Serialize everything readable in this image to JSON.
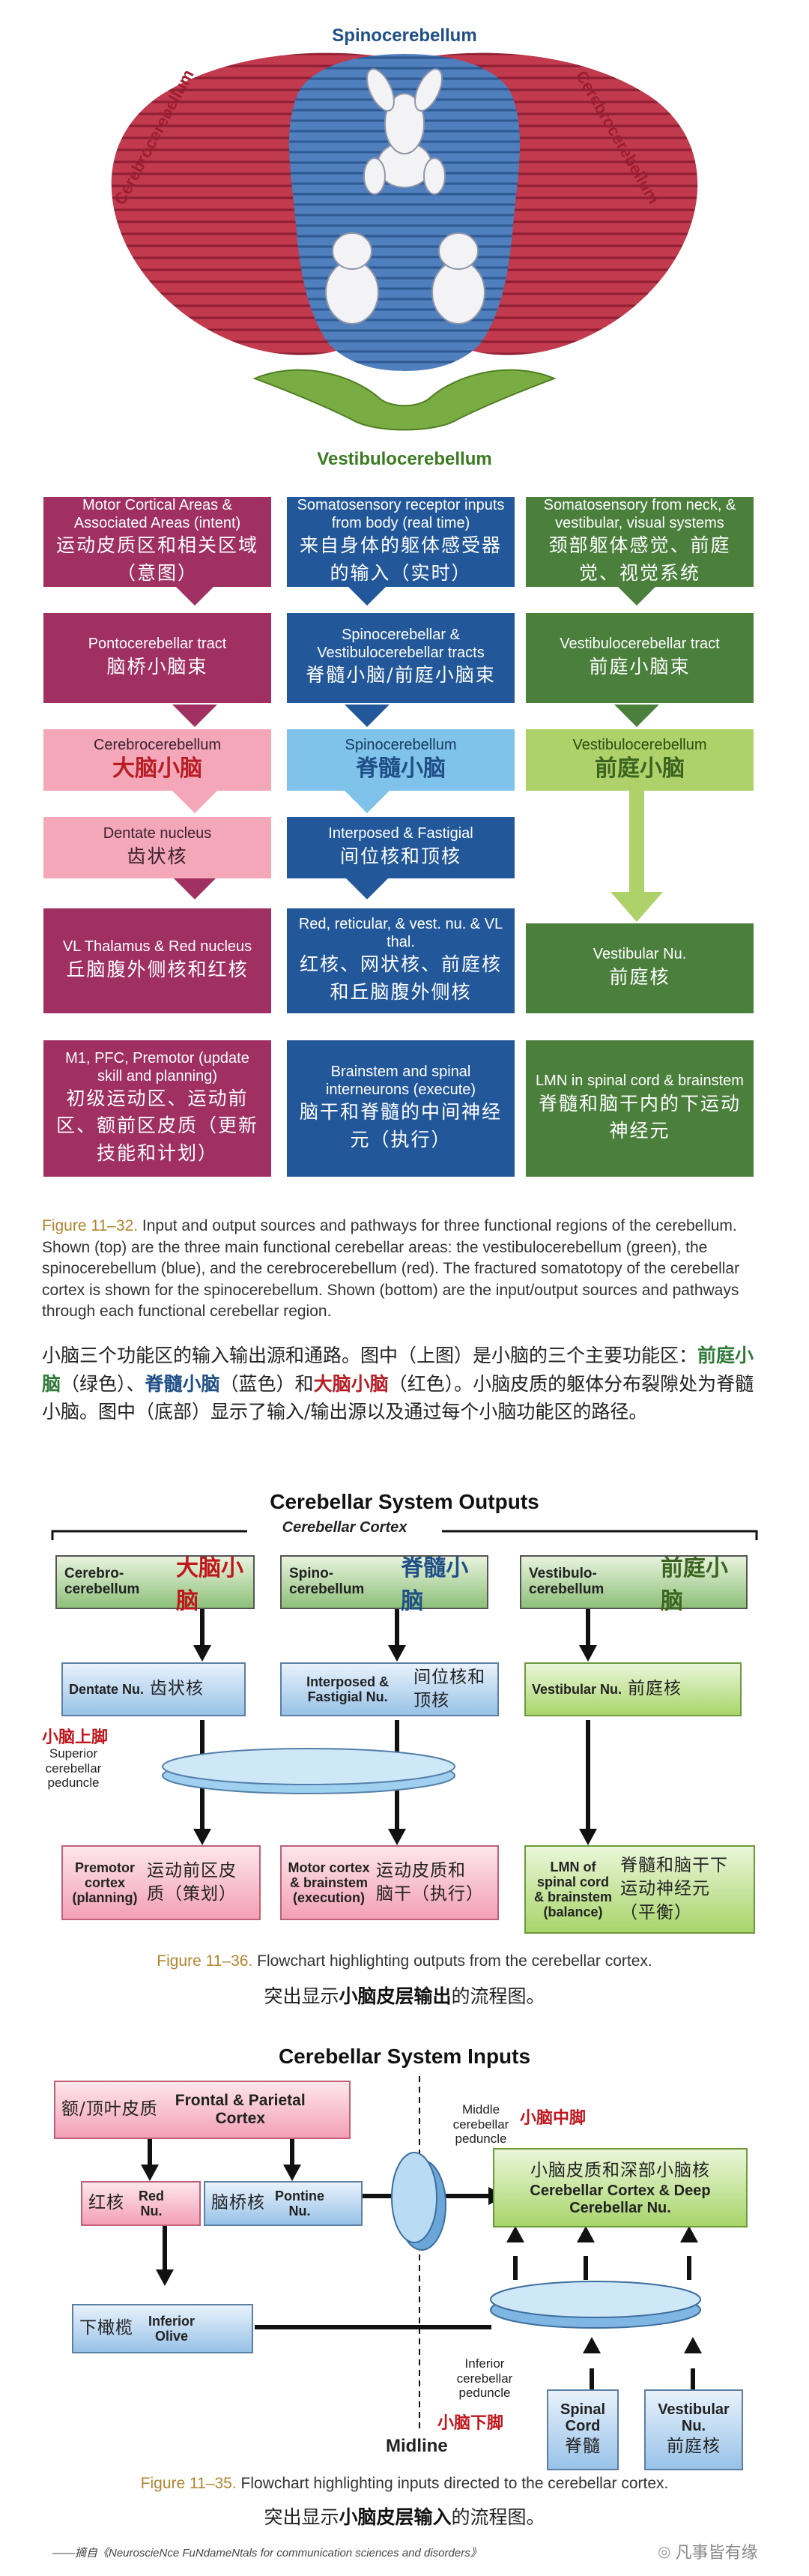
{
  "cerebellum_labels": {
    "top": "Spinocerebellum",
    "left": "Cerebrocerebellum",
    "right": "Cerebrocerebellum",
    "bottom": "Vestibulocerebellum"
  },
  "pathway_table": {
    "columns": [
      {
        "rows": [
          {
            "en": "Motor Cortical Areas & Associated Areas (intent)",
            "cn": "运动皮质区和相关区域（意图）"
          },
          {
            "en": "Pontocerebellar tract",
            "cn": "脑桥小脑束"
          },
          {
            "en": "Cerebrocerebellum",
            "cn": "大脑小脑"
          },
          {
            "en": "Dentate nucleus",
            "cn": "齿状核"
          },
          {
            "en": "VL Thalamus & Red nucleus",
            "cn": "丘脑腹外侧核和红核"
          },
          {
            "en": "M1, PFC, Premotor (update skill and planning)",
            "cn": "初级运动区、运动前区、额前区皮质（更新技能和计划）"
          }
        ]
      },
      {
        "rows": [
          {
            "en": "Somatosensory receptor inputs from body (real time)",
            "cn": "来自身体的躯体感受器的输入（实时）"
          },
          {
            "en": "Spinocerebellar & Vestibulocerebellar tracts",
            "cn": "脊髓小脑/前庭小脑束"
          },
          {
            "en": "Spinocerebellum",
            "cn": "脊髓小脑"
          },
          {
            "en": "Interposed & Fastigial",
            "cn": "间位核和顶核"
          },
          {
            "en": "Red, reticular, & vest. nu. & VL thal.",
            "cn": "红核、网状核、前庭核和丘脑腹外侧核"
          },
          {
            "en": "Brainstem and spinal interneurons (execute)",
            "cn": "脑干和脊髓的中间神经元（执行）"
          }
        ]
      },
      {
        "rows": [
          {
            "en": "Somatosensory from neck, & vestibular, visual systems",
            "cn": "颈部躯体感觉、前庭觉、视觉系统"
          },
          {
            "en": "Vestibulocerebellar tract",
            "cn": "前庭小脑束"
          },
          {
            "en": "Vestibulocerebellum",
            "cn": "前庭小脑"
          },
          {
            "en": "Vestibular Nu.",
            "cn": "前庭核"
          },
          {
            "en": "LMN in spinal cord & brainstem",
            "cn": "脊髓和脑干内的下运动神经元"
          }
        ]
      }
    ]
  },
  "caption_1132": {
    "fig": "Figure 11–32.",
    "en": "Input and output sources and pathways for three functional regions of the cerebellum. Shown (top) are the three main functional cerebellar areas: the vestibulocerebellum (green), the spinocerebellum (blue), and the cerebrocerebellum (red). The fractured somatotopy of the cerebellar cortex is shown for the spinocerebellum. Shown (bottom) are the input/output sources and pathways through each functional cerebellar region.",
    "cn_1": "小脑三个功能区的输入输出源和通路。图中（上图）是小脑的三个主要功能区：",
    "cn_g": "前庭小脑",
    "cn_2": "（绿色）、",
    "cn_b": "脊髓小脑",
    "cn_3": "（蓝色）和",
    "cn_r": "大脑小脑",
    "cn_4": "（红色）。小脑皮质的躯体分布裂隙处为脊髓小脑。图中（底部）显示了输入/输出源以及通过每个小脑功能区的路径。"
  },
  "outputs": {
    "title": "Cerebellar System Outputs",
    "cortex_label": "Cerebellar Cortex",
    "cols": [
      {
        "top_en": "Cerebro-cerebellum",
        "top_cn": "大脑小脑",
        "nu_en": "Dentate Nu.",
        "nu_cn": "齿状核",
        "out_en": "Premotor cortex (planning)",
        "out_cn": "运动前区皮质（策划）"
      },
      {
        "top_en": "Spino-cerebellum",
        "top_cn": "脊髓小脑",
        "nu_en": "Interposed & Fastigial Nu.",
        "nu_cn": "间位核和顶核",
        "out_en": "Motor cortex & brainstem (execution)",
        "out_cn": "运动皮质和脑干（执行）"
      },
      {
        "top_en": "Vestibulo-cerebellum",
        "top_cn": "前庭小脑",
        "nu_en": "Vestibular Nu.",
        "nu_cn": "前庭核",
        "out_en": "LMN of spinal cord & brainstem (balance)",
        "out_cn": "脊髓和脑干下运动神经元（平衡）"
      }
    ],
    "peduncle_cn": "小脑上脚",
    "peduncle_en": "Superior cerebellar peduncle"
  },
  "caption_1136": {
    "fig": "Figure 11–36.",
    "en": "Flowchart highlighting outputs from the cerebellar cortex.",
    "cn_1": "突出显示",
    "cn_b": "小脑皮层输出",
    "cn_2": "的流程图。"
  },
  "inputs": {
    "title": "Cerebellar System Inputs",
    "frontal_cn": "额/顶叶皮质",
    "frontal_en": "Frontal & Parietal Cortex",
    "red_cn": "红核",
    "red_en": "Red Nu.",
    "pontine_cn": "脑桥核",
    "pontine_en": "Pontine Nu.",
    "olive_cn": "下橄榄",
    "olive_en": "Inferior Olive",
    "middle_en": "Middle cerebellar peduncle",
    "middle_cn": "小脑中脚",
    "target_cn": "小脑皮质和深部小脑核",
    "target_en": "Cerebellar Cortex & Deep Cerebellar Nu.",
    "inferior_en": "Inferior cerebellar peduncle",
    "inferior_cn": "小脑下脚",
    "spinal_en": "Spinal Cord",
    "spinal_cn": "脊髓",
    "vest_en": "Vestibular Nu.",
    "vest_cn": "前庭核",
    "midline": "Midline"
  },
  "caption_1135": {
    "fig": "Figure 11–35.",
    "en": "Flowchart highlighting inputs directed to the cerebellar cortex.",
    "cn_1": "突出显示",
    "cn_b": "小脑皮层输入",
    "cn_2": "的流程图。"
  },
  "footer": {
    "source": "——摘自《NeuroscieNce FuNdameNtals for communication sciences and disorders》",
    "watermark": "凡事皆有缘"
  },
  "colors": {
    "red_region": "#c23a4e",
    "blue_region": "#3f6fb0",
    "green_region": "#79ad44"
  }
}
